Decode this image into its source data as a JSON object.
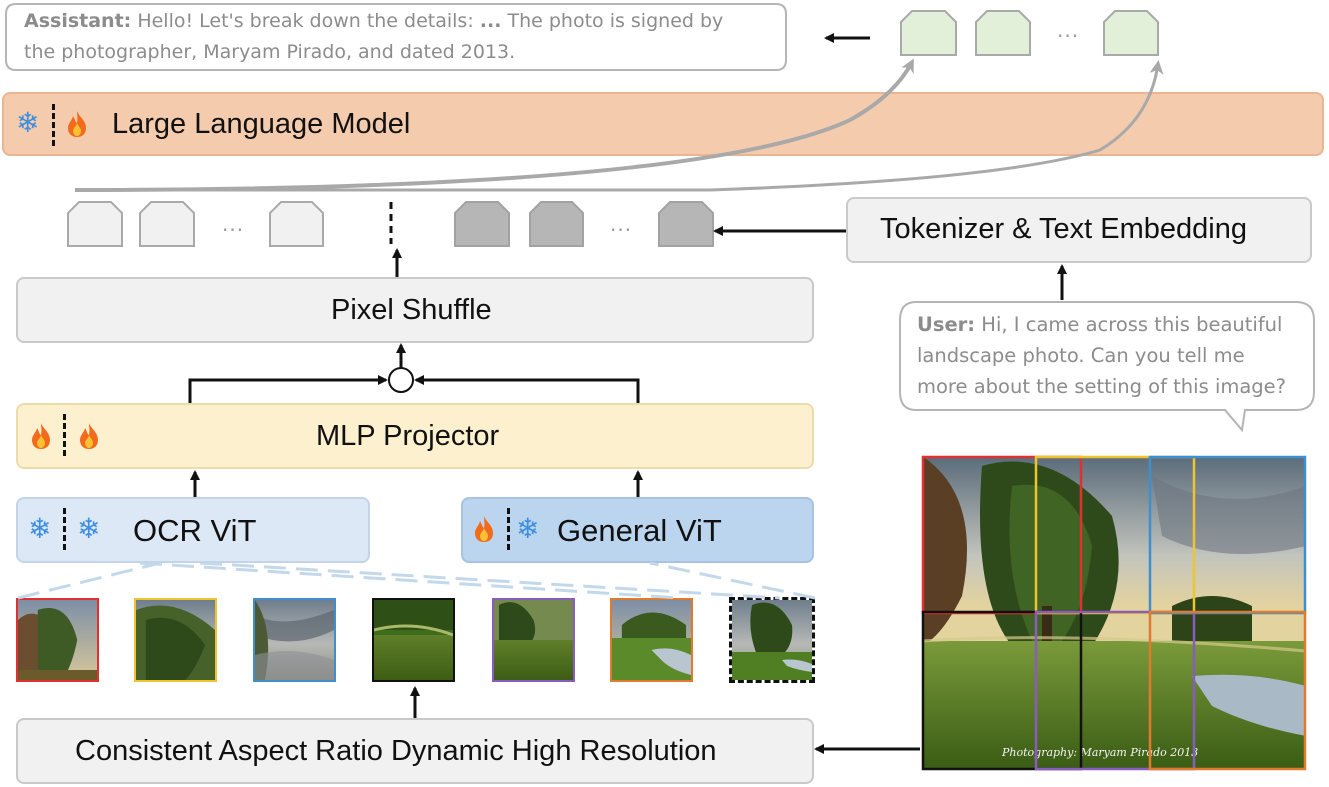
{
  "assistant_bubble": {
    "speaker": "Assistant:",
    "line1_text": "Hello! Let's break down the details: ",
    "ellipsis": "...",
    "line1_tail": " The photo is signed by",
    "line2": "the photographer, Maryam Pirado, and dated 2013."
  },
  "user_bubble": {
    "speaker": "User:",
    "line1": "Hi, I came across this beautiful",
    "line2": "landscape photo. Can you tell me",
    "line3": "more about the setting of this image?"
  },
  "llm": {
    "label": "Large Language Model"
  },
  "tokenizer": {
    "label": "Tokenizer & Text Embedding"
  },
  "pixel_shuffle": {
    "label": "Pixel Shuffle"
  },
  "mlp": {
    "label": "MLP Projector"
  },
  "ocr_vit": {
    "label": "OCR ViT"
  },
  "general_vit": {
    "label": "General ViT"
  },
  "dynamic_res": {
    "label": "Consistent Aspect Ratio Dynamic High Resolution"
  },
  "token_ellipsis": "···",
  "plus_symbol": "+",
  "snowflake_glyph": "❄",
  "image_signature": "Photography: Maryam Pirado 2013",
  "tile_borders": [
    "#e03030",
    "#ecc531",
    "#3f8fcf",
    "#111111",
    "#8a5cc0",
    "#e07b2e",
    "#111111"
  ],
  "colors": {
    "llm_fill": "#f5cbad",
    "mlp_fill": "#fdf0cf",
    "ocr_fill": "#dce8f5",
    "general_fill": "#bcd5ee",
    "output_token_fill": "#e2f0d9",
    "visual_token_fill": "#f1f1f1",
    "text_token_fill": "#b6b6b6"
  }
}
